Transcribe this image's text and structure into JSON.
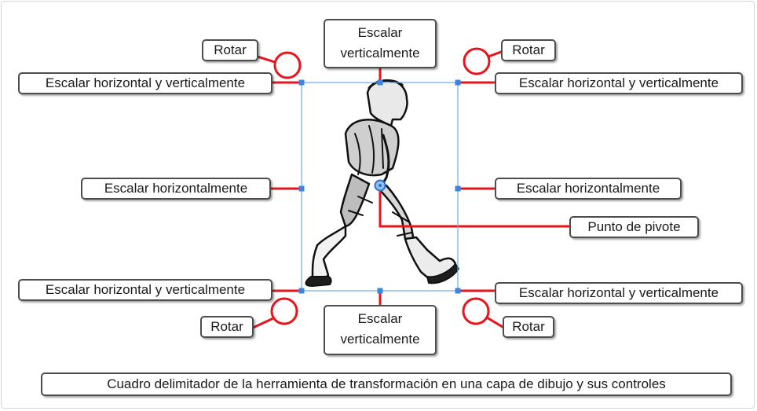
{
  "colors": {
    "callout_line": "#e8141c",
    "bounding_box": "#6fa8e8",
    "handle": "#3a86e0",
    "label_border": "#4d4d4d"
  },
  "labels": {
    "rotate_top_left": "Rotar",
    "rotate_top_right": "Rotar",
    "rotate_bottom_left": "Rotar",
    "rotate_bottom_right": "Rotar",
    "scale_vertical_top": [
      "Escalar",
      "verticalmente"
    ],
    "scale_vertical_bottom": [
      "Escalar",
      "verticalmente"
    ],
    "scale_hv_top_left": "Escalar horizontal y verticalmente",
    "scale_hv_top_right": "Escalar horizontal y verticalmente",
    "scale_hv_bottom_left": "Escalar horizontal y verticalmente",
    "scale_hv_bottom_right": "Escalar horizontal y verticalmente",
    "scale_horizontal_left": "Escalar horizontalmente",
    "scale_horizontal_right": "Escalar horizontalmente",
    "pivot_point": "Punto de pivote",
    "caption": "Cuadro delimitador de la herramienta de transformación en una capa de dibujo y sus controles"
  },
  "illustration": {
    "subject": "walking-character-drawing",
    "handles": [
      "top-left",
      "top",
      "top-right",
      "left",
      "right",
      "bottom-left",
      "bottom",
      "bottom-right"
    ]
  }
}
